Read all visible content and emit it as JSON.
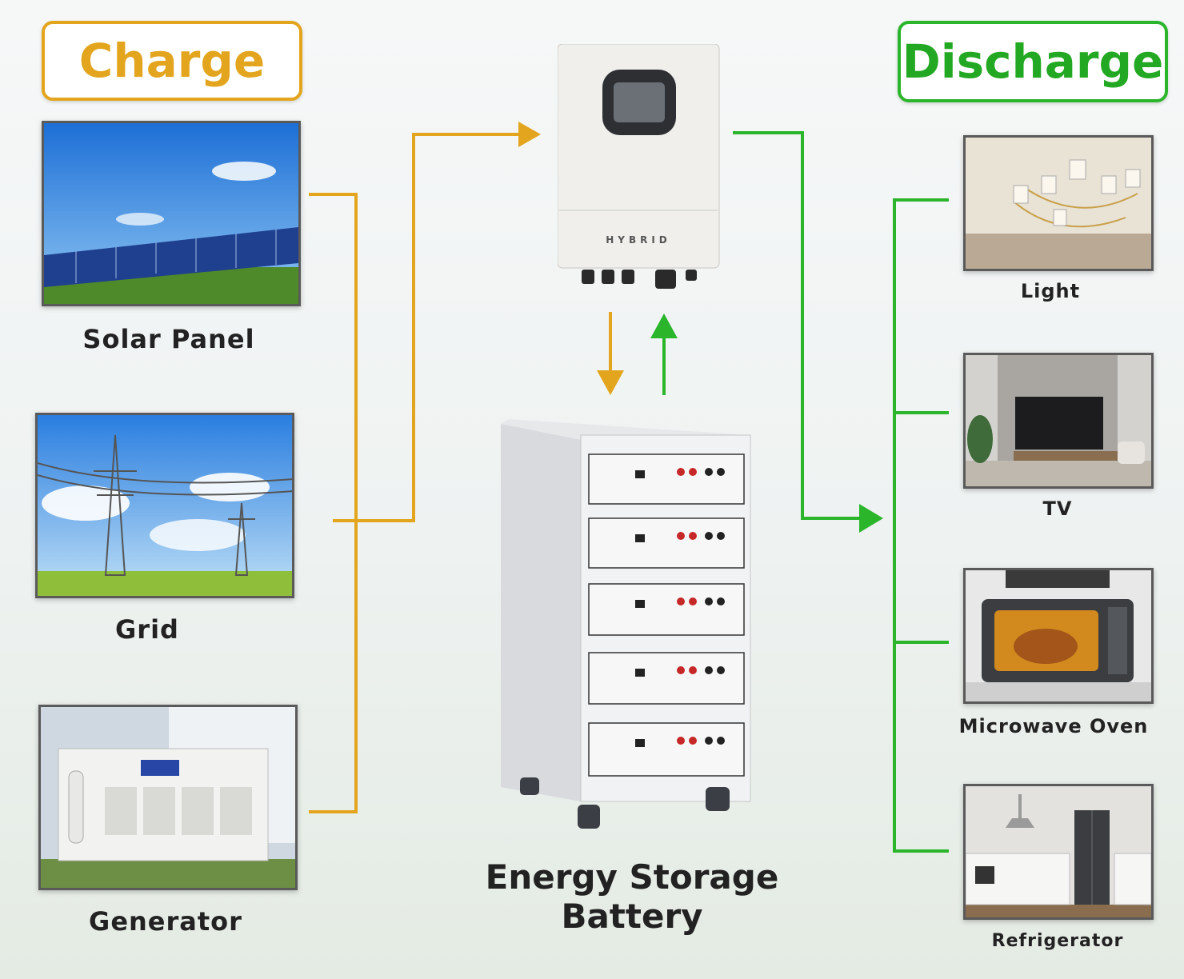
{
  "charge": {
    "title": "Charge",
    "sources": [
      {
        "label": "Solar Panel"
      },
      {
        "label": "Grid"
      },
      {
        "label": "Generator"
      }
    ]
  },
  "discharge": {
    "title": "Discharge",
    "loads": [
      {
        "label": "Light"
      },
      {
        "label": "TV"
      },
      {
        "label": "Microwave Oven"
      },
      {
        "label": "Refrigerator"
      }
    ]
  },
  "inverter": {
    "brand_text": "HYBRID"
  },
  "battery": {
    "label": "Energy Storage Battery"
  },
  "colors": {
    "charge": "#e3a51d",
    "discharge": "#2bb52b"
  }
}
